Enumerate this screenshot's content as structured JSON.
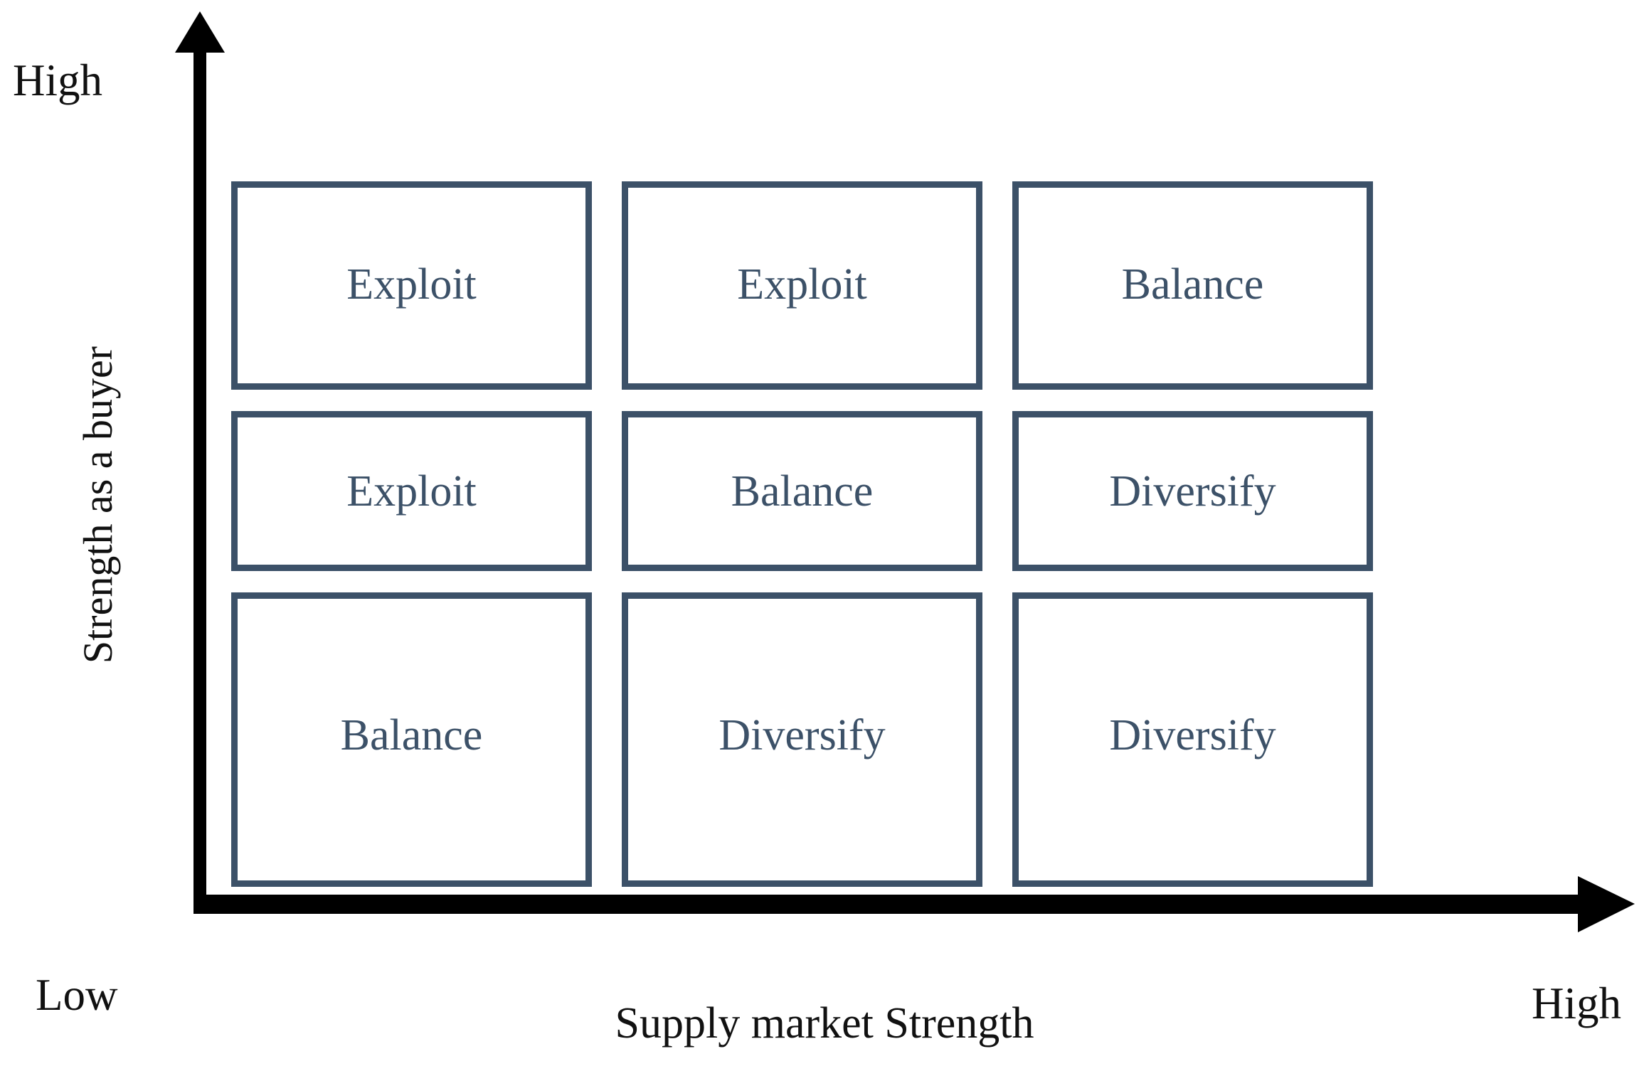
{
  "diagram": {
    "title_text": "Supply market Strength",
    "colors": {
      "box_border": "#3c5168",
      "box_text": "#3c5168",
      "axis": "#000000",
      "axis_label_text": "#111111",
      "background": "#ffffff"
    },
    "y_axis": {
      "title": "Strength as a buyer",
      "high_label": "High",
      "low_label": "Low"
    },
    "x_axis": {
      "title": "Supply market Strength",
      "high_label": "High"
    },
    "matrix": {
      "rows": 3,
      "cols": 3,
      "cells": [
        [
          {
            "label": "Exploit"
          },
          {
            "label": "Exploit"
          },
          {
            "label": "Balance"
          }
        ],
        [
          {
            "label": "Exploit"
          },
          {
            "label": "Balance"
          },
          {
            "label": "Diversify"
          }
        ],
        [
          {
            "label": "Balance"
          },
          {
            "label": "Diversify"
          },
          {
            "label": "Diversify"
          }
        ]
      ]
    }
  }
}
